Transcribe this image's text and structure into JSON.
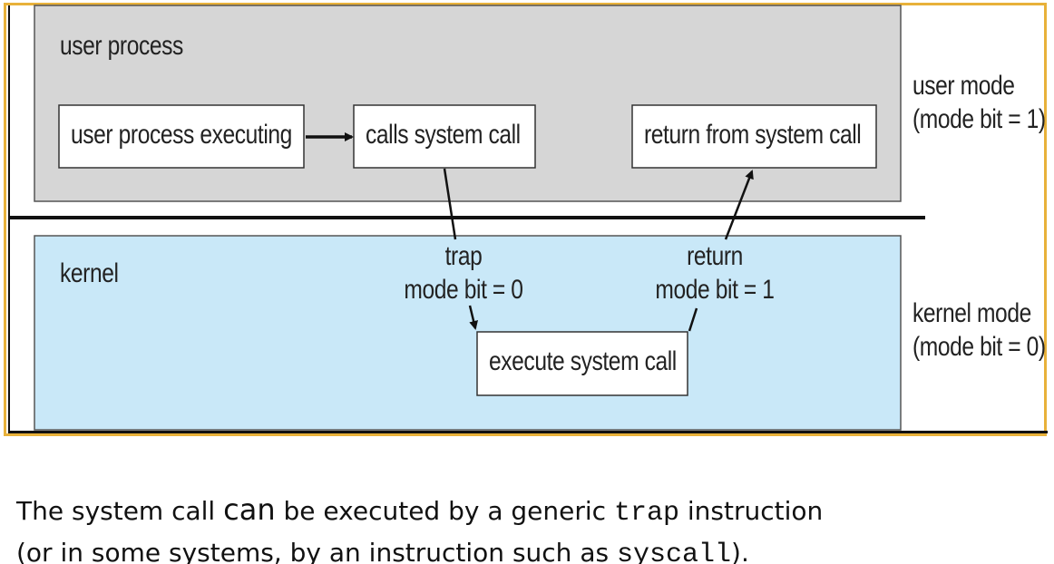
{
  "diagram": {
    "user_region_label": "user process",
    "kernel_region_label": "kernel",
    "boxes": {
      "user_executing": "user process executing",
      "calls_syscall": "calls system call",
      "return_from_syscall": "return from system call",
      "execute_syscall": "execute system call"
    },
    "transitions": {
      "trap_line1": "trap",
      "trap_line2": "mode bit = 0",
      "return_line1": "return",
      "return_line2": "mode bit = 1"
    },
    "side_labels": {
      "user_mode_line1": "user mode",
      "user_mode_line2": "(mode bit = 1)",
      "kernel_mode_line1": "kernel mode",
      "kernel_mode_line2": "(mode bit = 0)"
    },
    "colors": {
      "user_region": "#d6d6d6",
      "kernel_region": "#c9e8f8",
      "frame_border": "#e8b13a",
      "line": "#111111"
    }
  },
  "caption": {
    "part1": "The system call ",
    "part2_big": "can",
    "part3": " be executed by a generic ",
    "code1": "trap",
    "part4": " instruction",
    "part5": "(or in some systems, by an instruction such as ",
    "code2": "syscall",
    "part6": ")."
  }
}
